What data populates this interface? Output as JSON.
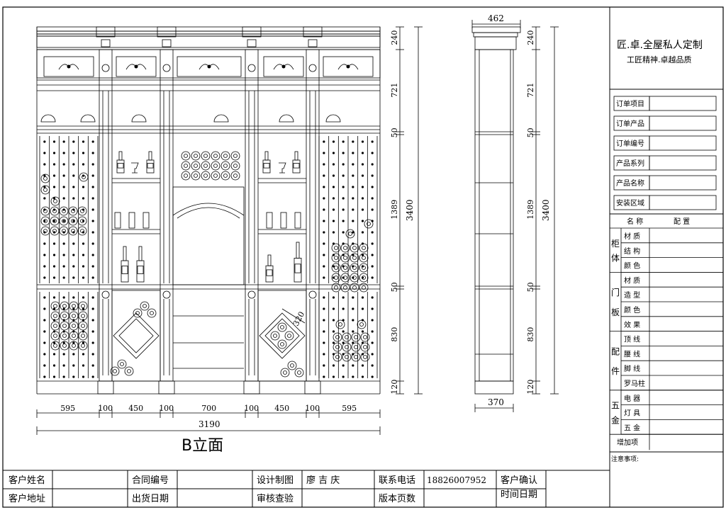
{
  "title_block": {
    "company": "匠.卓.全屋私人定制",
    "slogan": "工匠精神.卓越品质",
    "order_fields": [
      "订单项目",
      "订单产品",
      "订单编号",
      "产品系列",
      "产品名称",
      "安装区域"
    ],
    "config_header": {
      "name": "名  称",
      "config": "配  置"
    },
    "groups": [
      {
        "name": "柜体",
        "items": [
          "材  质",
          "结  构",
          "颜  色"
        ]
      },
      {
        "name": "门板",
        "items": [
          "材  质",
          "造  型",
          "颜  色",
          "效  果"
        ]
      },
      {
        "name": "配件",
        "items": [
          "顶  线",
          "腰  线",
          "脚  线",
          "罗马柱"
        ]
      },
      {
        "name": "五金",
        "items": [
          "电  器",
          "灯  具",
          "五  金"
        ]
      }
    ],
    "extra": "增加项",
    "notes": "注意事项:"
  },
  "bottom_bar": {
    "customer_name": "客户姓名",
    "contract_no": "合同编号",
    "designer_label": "设计制图",
    "designer_name": "廖 吉 庆",
    "phone_label": "联系电话",
    "phone": "18826007952",
    "confirm_label_1": "客户确认",
    "confirm_label_2": "时间日期",
    "customer_address": "客户地址",
    "ship_date": "出货日期",
    "review": "审核查验",
    "version": "版本页数"
  },
  "front_view": {
    "label": "B立面",
    "widths": [
      "595",
      "100",
      "450",
      "100",
      "700",
      "100",
      "450",
      "100",
      "595"
    ],
    "total_width": "3190",
    "heights": [
      "240",
      "721",
      "50",
      "1389",
      "50",
      "830",
      "120"
    ],
    "total_height": "3400",
    "diamond_dim": "320"
  },
  "side_view": {
    "top_width": "462",
    "bottom_width": "370",
    "heights": [
      "240",
      "721",
      "50",
      "1389",
      "50",
      "830",
      "120"
    ],
    "total_height": "3400"
  }
}
